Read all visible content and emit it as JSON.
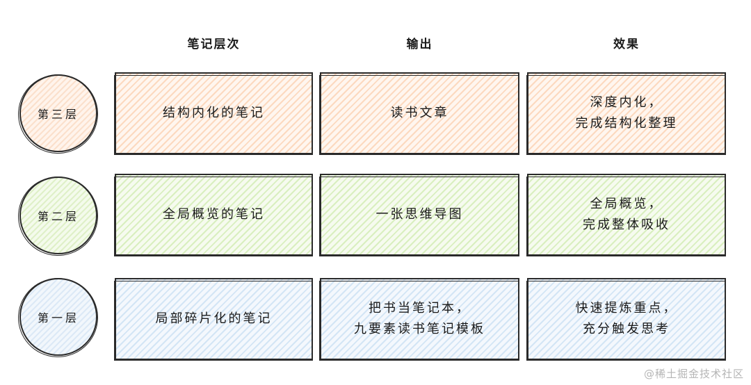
{
  "headers": {
    "col1": "笔记层次",
    "col2": "输出",
    "col3": "效果"
  },
  "levels": {
    "level3": "第三层",
    "level2": "第二层",
    "level1": "第一层"
  },
  "rows": {
    "row1": {
      "note": "结构内化的笔记",
      "output": "读书文章",
      "effect": "深度内化，\n完成结构化整理"
    },
    "row2": {
      "note": "全局概览的笔记",
      "output": "一张思维导图",
      "effect": "全局概览，\n完成整体吸收"
    },
    "row3": {
      "note": "局部碎片化的笔记",
      "output": "把书当笔记本，\n九要素读书笔记模板",
      "effect": "快速提炼重点，\n充分触发思考"
    }
  },
  "watermark": "@稀土掘金技术社区",
  "colors": {
    "row1": "#fcd9bf",
    "row2": "#d9efbf",
    "row3": "#d3e5f5",
    "stroke": "#2a2a2a"
  }
}
